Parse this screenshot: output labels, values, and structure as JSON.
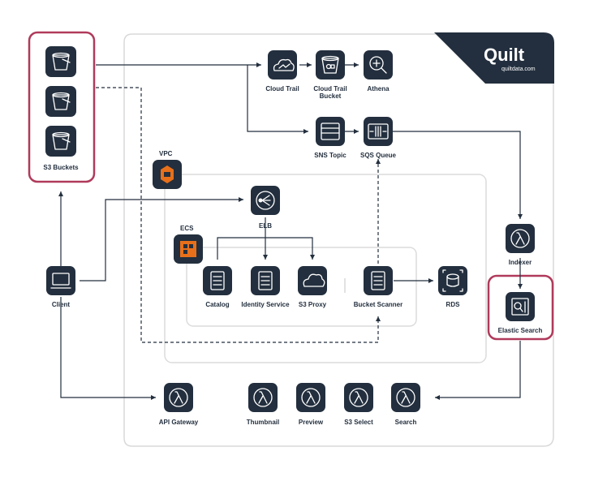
{
  "brand": {
    "name": "Quilt",
    "url": "quiltdata.com"
  },
  "groups": {
    "vpc": "VPC",
    "ecs": "ECS"
  },
  "nodes": {
    "s3_buckets": "S3 Buckets",
    "cloud_trail": "Cloud Trail",
    "cloud_trail_bucket_line1": "Cloud Trail",
    "cloud_trail_bucket_line2": "Bucket",
    "athena": "Athena",
    "sns_topic": "SNS Topic",
    "sqs_queue": "SQS Queue",
    "elb": "ELB",
    "client": "Client",
    "catalog": "Catalog",
    "identity_service": "Identity Service",
    "s3_proxy": "S3 Proxy",
    "bucket_scanner": "Bucket Scanner",
    "rds": "RDS",
    "indexer": "Indexer",
    "elastic_search": "Elastic Search",
    "api_gateway": "API Gateway",
    "thumbnail": "Thumbnail",
    "preview": "Preview",
    "s3_select": "S3 Select",
    "search": "Search"
  },
  "colors": {
    "tile": "#232f3e",
    "aws_orange": "#e8701a",
    "highlight": "#b03a5b",
    "panel_border": "#d9d9d9"
  }
}
